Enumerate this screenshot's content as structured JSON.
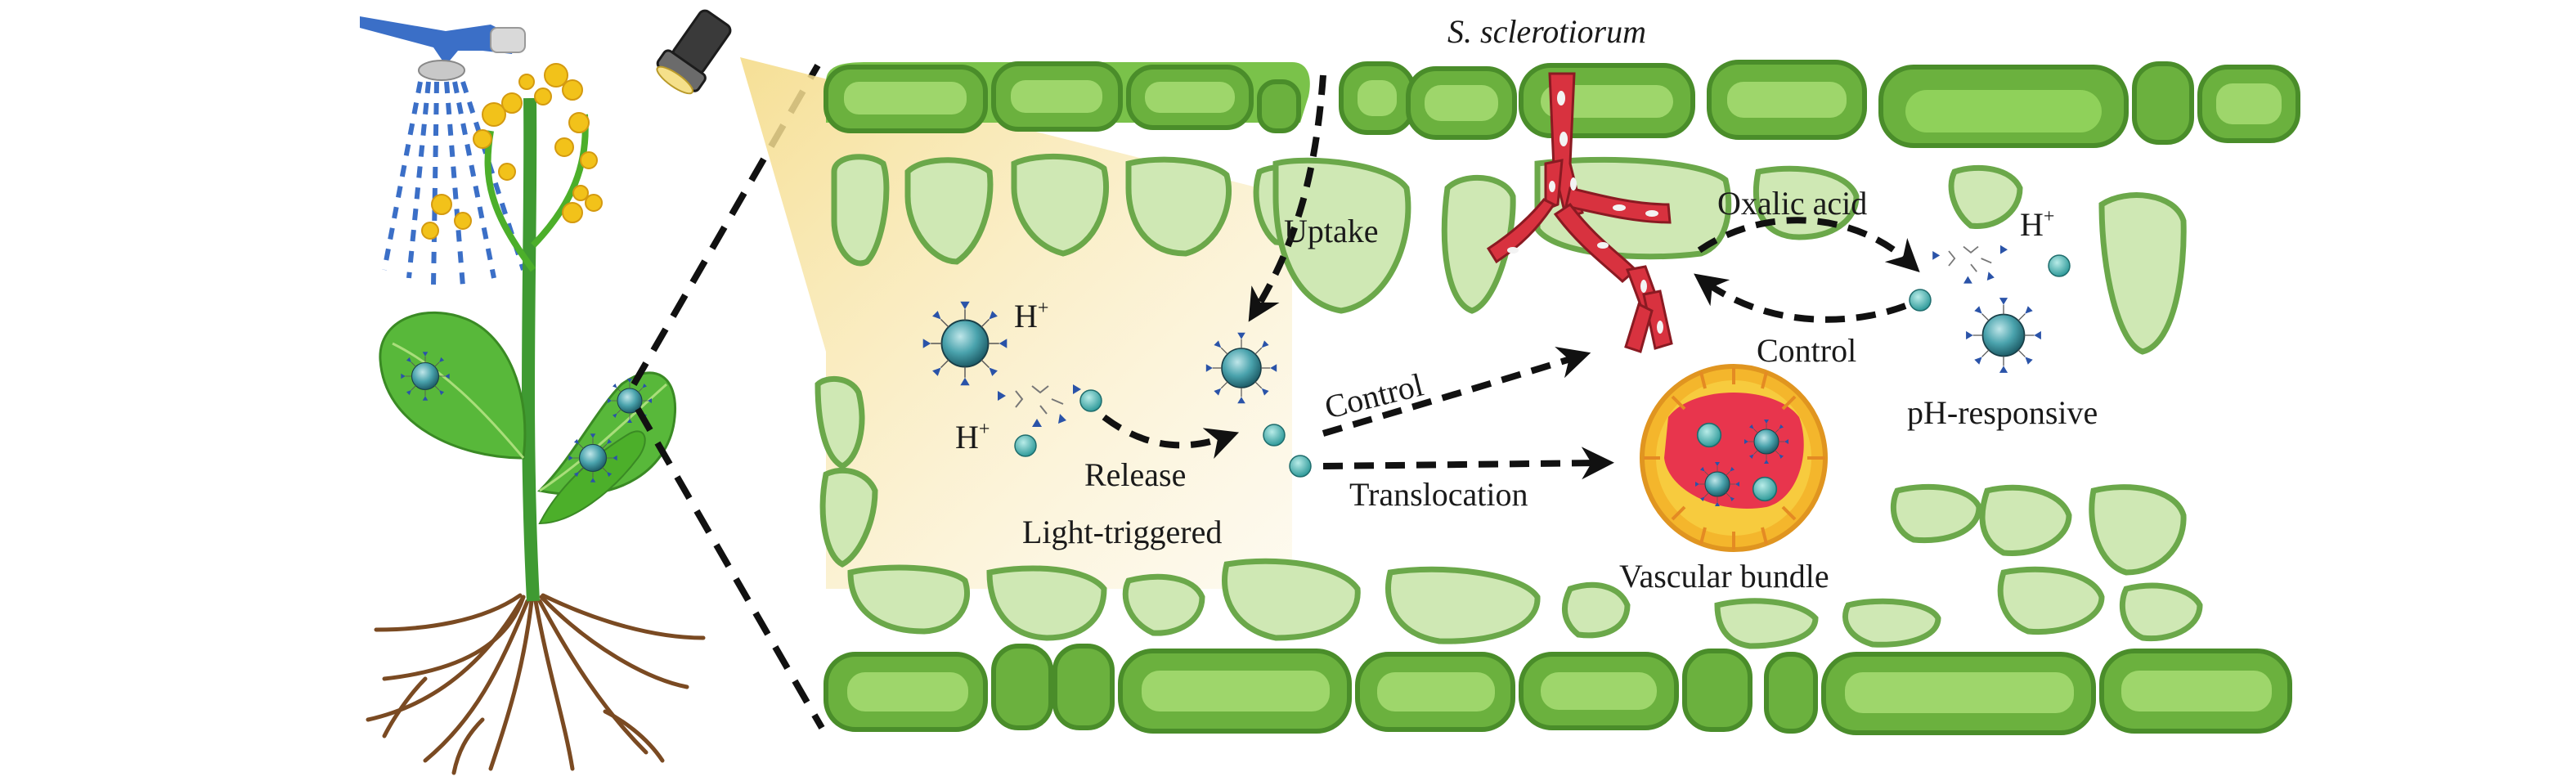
{
  "labels": {
    "pathogen": "S. sclerotiorum",
    "uptake": "Uptake",
    "oxalic_acid": "Oxalic acid",
    "control_top": "Control",
    "control_right": "Control",
    "release": "Release",
    "translocation": "Translocation",
    "light_triggered": "Light-triggered",
    "vascular_bundle": "Vascular bundle",
    "ph_responsive": "pH-responsive",
    "proton_h": "H",
    "proton_plus": "+"
  },
  "colors": {
    "cell_dark": "#5f9e3a",
    "cell_outline_light": "#a8cf7b",
    "cell_fill": "#cfe8b4",
    "epidermis_fill": "#6bb13e",
    "hypha": "#d8323f",
    "vascular_outer": "#f4b62c",
    "vascular_inner": "#e8354d",
    "nanoparticle": "#2f7f8a",
    "spray_blue": "#3b6fc7",
    "light_beam": "#f7e7b5",
    "root_brown": "#7a4a22",
    "leaf_green": "#4caf2a",
    "flower_yellow": "#f2c21a"
  },
  "icons": [
    "sprinkler-icon",
    "flashlight-icon",
    "nanoparticle-icon",
    "plant-illustration"
  ]
}
